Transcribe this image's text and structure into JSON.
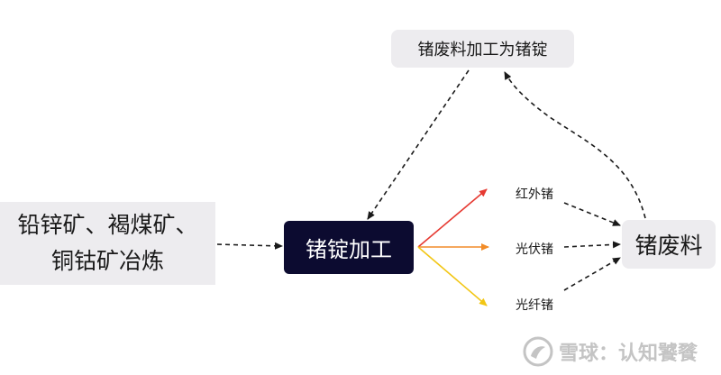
{
  "nodes": {
    "ore_line1": "铅锌矿、褐煤矿、",
    "ore_line2": "铜钴矿冶炼",
    "ingot": "锗锭加工",
    "scrap_to_ingot": "锗废料加工为锗锭",
    "scrap": "锗废料"
  },
  "products": {
    "ir": "红外锗",
    "pv": "光伏锗",
    "fiber": "光纤锗"
  },
  "watermark": {
    "text": "雪球：认知饕餮"
  },
  "colors": {
    "ingot_bg": "#0c0b30",
    "box_bg": "#edecef",
    "arrow_ir": "#e63a32",
    "arrow_pv": "#f28c28",
    "arrow_fiber": "#f2c614",
    "dashed": "#1a1a1a"
  }
}
